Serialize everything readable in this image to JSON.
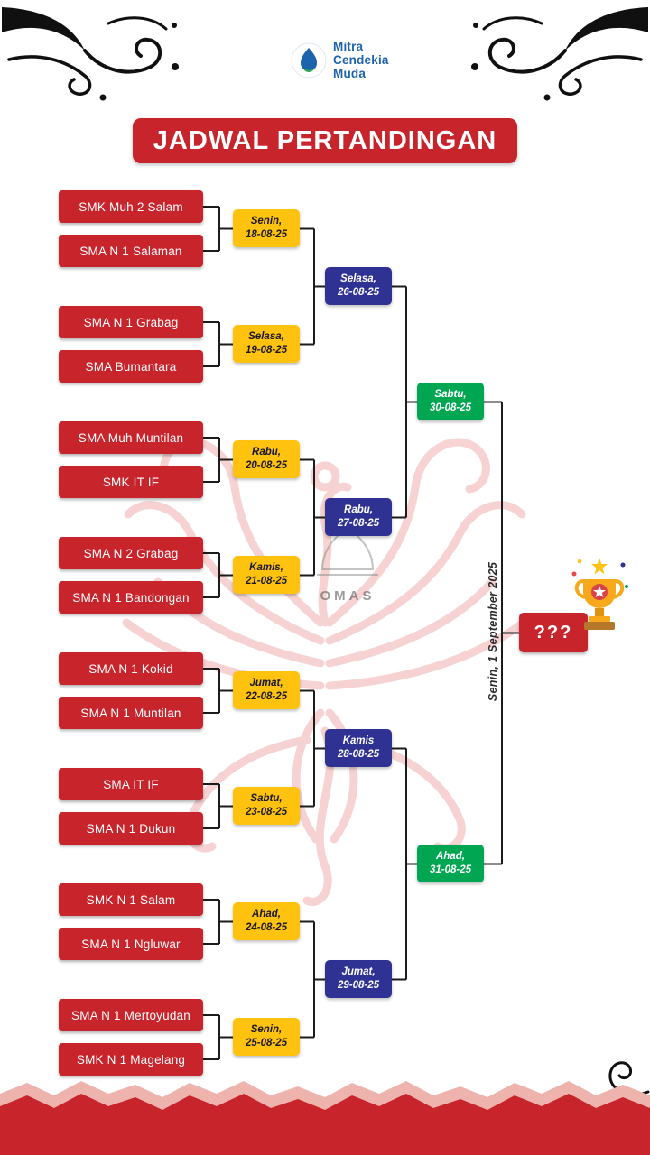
{
  "logo": {
    "line1": "Mitra",
    "line2": "Cendekia",
    "line3": "Muda"
  },
  "title": "JADWAL PERTANDINGAN",
  "colors": {
    "red": "#C8242C",
    "yellow": "#FFC20E",
    "blue": "#2F3193",
    "green": "#00A651"
  },
  "round1": [
    {
      "team1": "SMK Muh 2 Salam",
      "team2": "SMA N 1 Salaman",
      "day": "Senin,",
      "date": "18-08-25"
    },
    {
      "team1": "SMA N 1 Grabag",
      "team2": "SMA Bumantara",
      "day": "Selasa,",
      "date": "19-08-25"
    },
    {
      "team1": "SMA Muh Muntilan",
      "team2": "SMK IT IF",
      "day": "Rabu,",
      "date": "20-08-25"
    },
    {
      "team1": "SMA N 2 Grabag",
      "team2": "SMA N 1 Bandongan",
      "day": "Kamis,",
      "date": "21-08-25"
    },
    {
      "team1": "SMA N 1 Kokid",
      "team2": "SMA N 1 Muntilan",
      "day": "Jumat,",
      "date": "22-08-25"
    },
    {
      "team1": "SMA IT IF",
      "team2": "SMA N 1 Dukun",
      "day": "Sabtu,",
      "date": "23-08-25"
    },
    {
      "team1": "SMK N 1 Salam",
      "team2": "SMA N 1 Ngluwar",
      "day": "Ahad,",
      "date": "24-08-25"
    },
    {
      "team1": "SMA N 1 Mertoyudan",
      "team2": "SMK N 1 Magelang",
      "day": "Senin,",
      "date": "25-08-25"
    }
  ],
  "quarterfinals": [
    {
      "day": "Selasa,",
      "date": "26-08-25"
    },
    {
      "day": "Rabu,",
      "date": "27-08-25"
    },
    {
      "day": "Kamis",
      "date": "28-08-25"
    },
    {
      "day": "Jumat,",
      "date": "29-08-25"
    }
  ],
  "semifinals": [
    {
      "day": "Sabtu,",
      "date": "30-08-25"
    },
    {
      "day": "Ahad,",
      "date": "31-08-25"
    }
  ],
  "final": {
    "winner_placeholder": "???",
    "date_label": "Senin, 1 September 2025"
  },
  "watermark": {
    "text": "OMAS"
  }
}
